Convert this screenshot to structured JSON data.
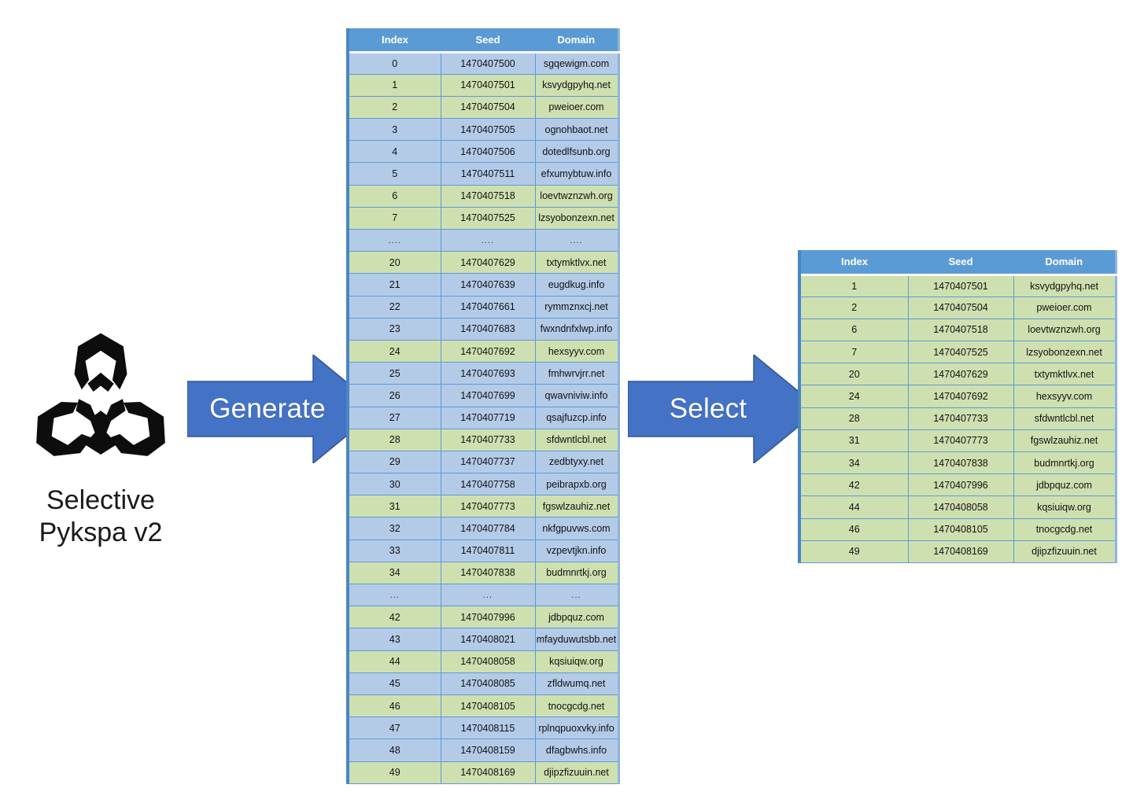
{
  "logo": {
    "icon": "biohazard-icon",
    "caption": "Selective\nPykspa v2"
  },
  "arrows": [
    {
      "name": "generate",
      "label": "Generate",
      "color": "#4472c4"
    },
    {
      "name": "select",
      "label": "Select",
      "color": "#4472c4"
    }
  ],
  "colors": {
    "header_blue": "#5b9bd5",
    "row_blue": "#b4cbe8",
    "row_green": "#cfe0b0",
    "arrow_blue": "#4472c4",
    "border_blue": "#5b9bd5"
  },
  "generated_table": {
    "name": "generated-domains-table",
    "columns": [
      "Index",
      "Seed",
      "Domain"
    ],
    "rows": [
      {
        "index": "0",
        "seed": "1470407500",
        "domain": "sgqewigm.com",
        "state": "blue"
      },
      {
        "index": "1",
        "seed": "1470407501",
        "domain": "ksvydgpyhq.net",
        "state": "green"
      },
      {
        "index": "2",
        "seed": "1470407504",
        "domain": "pweioer.com",
        "state": "green"
      },
      {
        "index": "3",
        "seed": "1470407505",
        "domain": "ognohbaot.net",
        "state": "blue"
      },
      {
        "index": "4",
        "seed": "1470407506",
        "domain": "dotedlfsunb.org",
        "state": "blue"
      },
      {
        "index": "5",
        "seed": "1470407511",
        "domain": "efxumybtuw.info",
        "state": "blue"
      },
      {
        "index": "6",
        "seed": "1470407518",
        "domain": "loevtwznzwh.org",
        "state": "green"
      },
      {
        "index": "7",
        "seed": "1470407525",
        "domain": "lzsyobonzexn.net",
        "state": "green"
      },
      {
        "index": "....",
        "seed": "....",
        "domain": "....",
        "state": "sep"
      },
      {
        "index": "20",
        "seed": "1470407629",
        "domain": "txtymktlvx.net",
        "state": "green"
      },
      {
        "index": "21",
        "seed": "1470407639",
        "domain": "eugdkug.info",
        "state": "blue"
      },
      {
        "index": "22",
        "seed": "1470407661",
        "domain": "rymmznxcj.net",
        "state": "blue"
      },
      {
        "index": "23",
        "seed": "1470407683",
        "domain": "fwxndnfxlwp.info",
        "state": "blue"
      },
      {
        "index": "24",
        "seed": "1470407692",
        "domain": "hexsyyv.com",
        "state": "green"
      },
      {
        "index": "25",
        "seed": "1470407693",
        "domain": "fmhwrvjrr.net",
        "state": "blue"
      },
      {
        "index": "26",
        "seed": "1470407699",
        "domain": "qwavniviw.info",
        "state": "blue"
      },
      {
        "index": "27",
        "seed": "1470407719",
        "domain": "qsajfuzcp.info",
        "state": "blue"
      },
      {
        "index": "28",
        "seed": "1470407733",
        "domain": "sfdwntlcbl.net",
        "state": "green"
      },
      {
        "index": "29",
        "seed": "1470407737",
        "domain": "zedbtyxy.net",
        "state": "blue"
      },
      {
        "index": "30",
        "seed": "1470407758",
        "domain": "peibrapxb.org",
        "state": "blue"
      },
      {
        "index": "31",
        "seed": "1470407773",
        "domain": "fgswlzauhiz.net",
        "state": "green"
      },
      {
        "index": "32",
        "seed": "1470407784",
        "domain": "nkfgpuvws.com",
        "state": "blue"
      },
      {
        "index": "33",
        "seed": "1470407811",
        "domain": "vzpevtjkn.info",
        "state": "blue"
      },
      {
        "index": "34",
        "seed": "1470407838",
        "domain": "budmnrtkj.org",
        "state": "green"
      },
      {
        "index": "...",
        "seed": "...",
        "domain": "...",
        "state": "sep"
      },
      {
        "index": "42",
        "seed": "1470407996",
        "domain": "jdbpquz.com",
        "state": "green"
      },
      {
        "index": "43",
        "seed": "1470408021",
        "domain": "mfayduwutsbb.net",
        "state": "blue"
      },
      {
        "index": "44",
        "seed": "1470408058",
        "domain": "kqsiuiqw.org",
        "state": "green"
      },
      {
        "index": "45",
        "seed": "1470408085",
        "domain": "zfldwumq.net",
        "state": "blue"
      },
      {
        "index": "46",
        "seed": "1470408105",
        "domain": "tnocgcdg.net",
        "state": "green"
      },
      {
        "index": "47",
        "seed": "1470408115",
        "domain": "rplnqpuoxvky.info",
        "state": "blue"
      },
      {
        "index": "48",
        "seed": "1470408159",
        "domain": "dfagbwhs.info",
        "state": "blue"
      },
      {
        "index": "49",
        "seed": "1470408169",
        "domain": "djipzfizuuin.net",
        "state": "green"
      }
    ]
  },
  "selected_table": {
    "name": "selected-domains-table",
    "columns": [
      "Index",
      "Seed",
      "Domain"
    ],
    "rows": [
      {
        "index": "1",
        "seed": "1470407501",
        "domain": "ksvydgpyhq.net",
        "state": "green"
      },
      {
        "index": "2",
        "seed": "1470407504",
        "domain": "pweioer.com",
        "state": "green"
      },
      {
        "index": "6",
        "seed": "1470407518",
        "domain": "loevtwznzwh.org",
        "state": "green"
      },
      {
        "index": "7",
        "seed": "1470407525",
        "domain": "lzsyobonzexn.net",
        "state": "green"
      },
      {
        "index": "20",
        "seed": "1470407629",
        "domain": "txtymktlvx.net",
        "state": "green"
      },
      {
        "index": "24",
        "seed": "1470407692",
        "domain": "hexsyyv.com",
        "state": "green"
      },
      {
        "index": "28",
        "seed": "1470407733",
        "domain": "sfdwntlcbl.net",
        "state": "green"
      },
      {
        "index": "31",
        "seed": "1470407773",
        "domain": "fgswlzauhiz.net",
        "state": "green"
      },
      {
        "index": "34",
        "seed": "1470407838",
        "domain": "budmnrtkj.org",
        "state": "green"
      },
      {
        "index": "42",
        "seed": "1470407996",
        "domain": "jdbpquz.com",
        "state": "green"
      },
      {
        "index": "44",
        "seed": "1470408058",
        "domain": "kqsiuiqw.org",
        "state": "green"
      },
      {
        "index": "46",
        "seed": "1470408105",
        "domain": "tnocgcdg.net",
        "state": "green"
      },
      {
        "index": "49",
        "seed": "1470408169",
        "domain": "djipzfizuuin.net",
        "state": "green"
      }
    ]
  }
}
